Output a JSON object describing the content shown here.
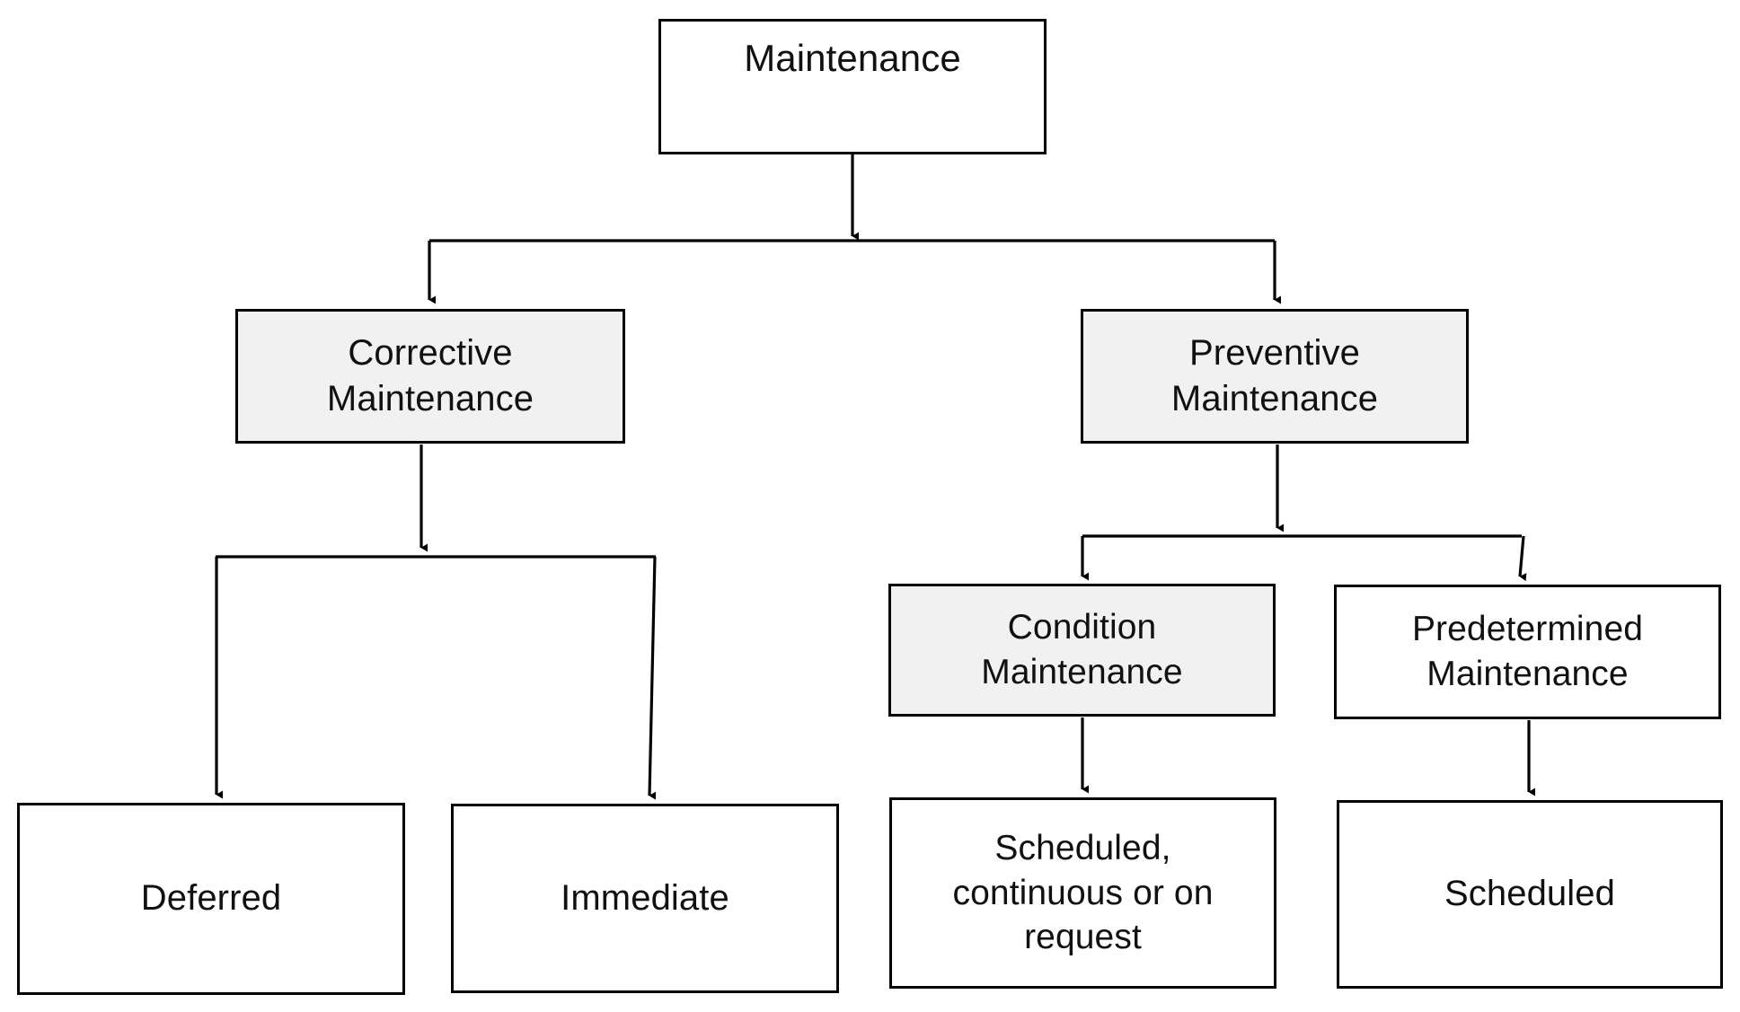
{
  "diagram": {
    "type": "hierarchy-flowchart",
    "title": "Maintenance classification tree",
    "background_color": "#ffffff",
    "line_color": "#000000",
    "shaded_fill": "#f1f1f1",
    "plain_fill": "#ffffff",
    "nodes": [
      {
        "id": "maintenance",
        "label": "Maintenance",
        "level": 1,
        "fill": "#ffffff"
      },
      {
        "id": "corrective",
        "label": "Corrective Maintenance",
        "level": 2,
        "fill": "#f1f1f1"
      },
      {
        "id": "preventive",
        "label": "Preventive Maintenance",
        "level": 2,
        "fill": "#f1f1f1"
      },
      {
        "id": "condition",
        "label": "Condition Maintenance",
        "level": 3,
        "fill": "#f1f1f1"
      },
      {
        "id": "predetermined",
        "label": "Predetermined Maintenance",
        "level": 3,
        "fill": "#ffffff"
      },
      {
        "id": "deferred",
        "label": "Deferred",
        "level": 4,
        "fill": "#ffffff"
      },
      {
        "id": "immediate",
        "label": "Immediate",
        "level": 4,
        "fill": "#ffffff"
      },
      {
        "id": "scheduled_continuous",
        "label": "Scheduled, continuous or on request",
        "level": 4,
        "fill": "#ffffff"
      },
      {
        "id": "scheduled",
        "label": "Scheduled",
        "level": 4,
        "fill": "#ffffff"
      }
    ],
    "edges": [
      {
        "from": "maintenance",
        "to": "corrective"
      },
      {
        "from": "maintenance",
        "to": "preventive"
      },
      {
        "from": "corrective",
        "to": "deferred"
      },
      {
        "from": "corrective",
        "to": "immediate"
      },
      {
        "from": "preventive",
        "to": "condition"
      },
      {
        "from": "preventive",
        "to": "predetermined"
      },
      {
        "from": "condition",
        "to": "scheduled_continuous"
      },
      {
        "from": "predetermined",
        "to": "scheduled"
      }
    ]
  },
  "labels": {
    "maintenance": "Maintenance",
    "corrective_line1": "Corrective",
    "corrective_line2": "Maintenance",
    "preventive_line1": "Preventive",
    "preventive_line2": "Maintenance",
    "condition_line1": "Condition",
    "condition_line2": "Maintenance",
    "predetermined_line1": "Predetermined",
    "predetermined_line2": "Maintenance",
    "deferred": "Deferred",
    "immediate": "Immediate",
    "scheduled_continuous_line1": "Scheduled,",
    "scheduled_continuous_line2": "continuous or on",
    "scheduled_continuous_line3": "request",
    "scheduled": "Scheduled"
  }
}
